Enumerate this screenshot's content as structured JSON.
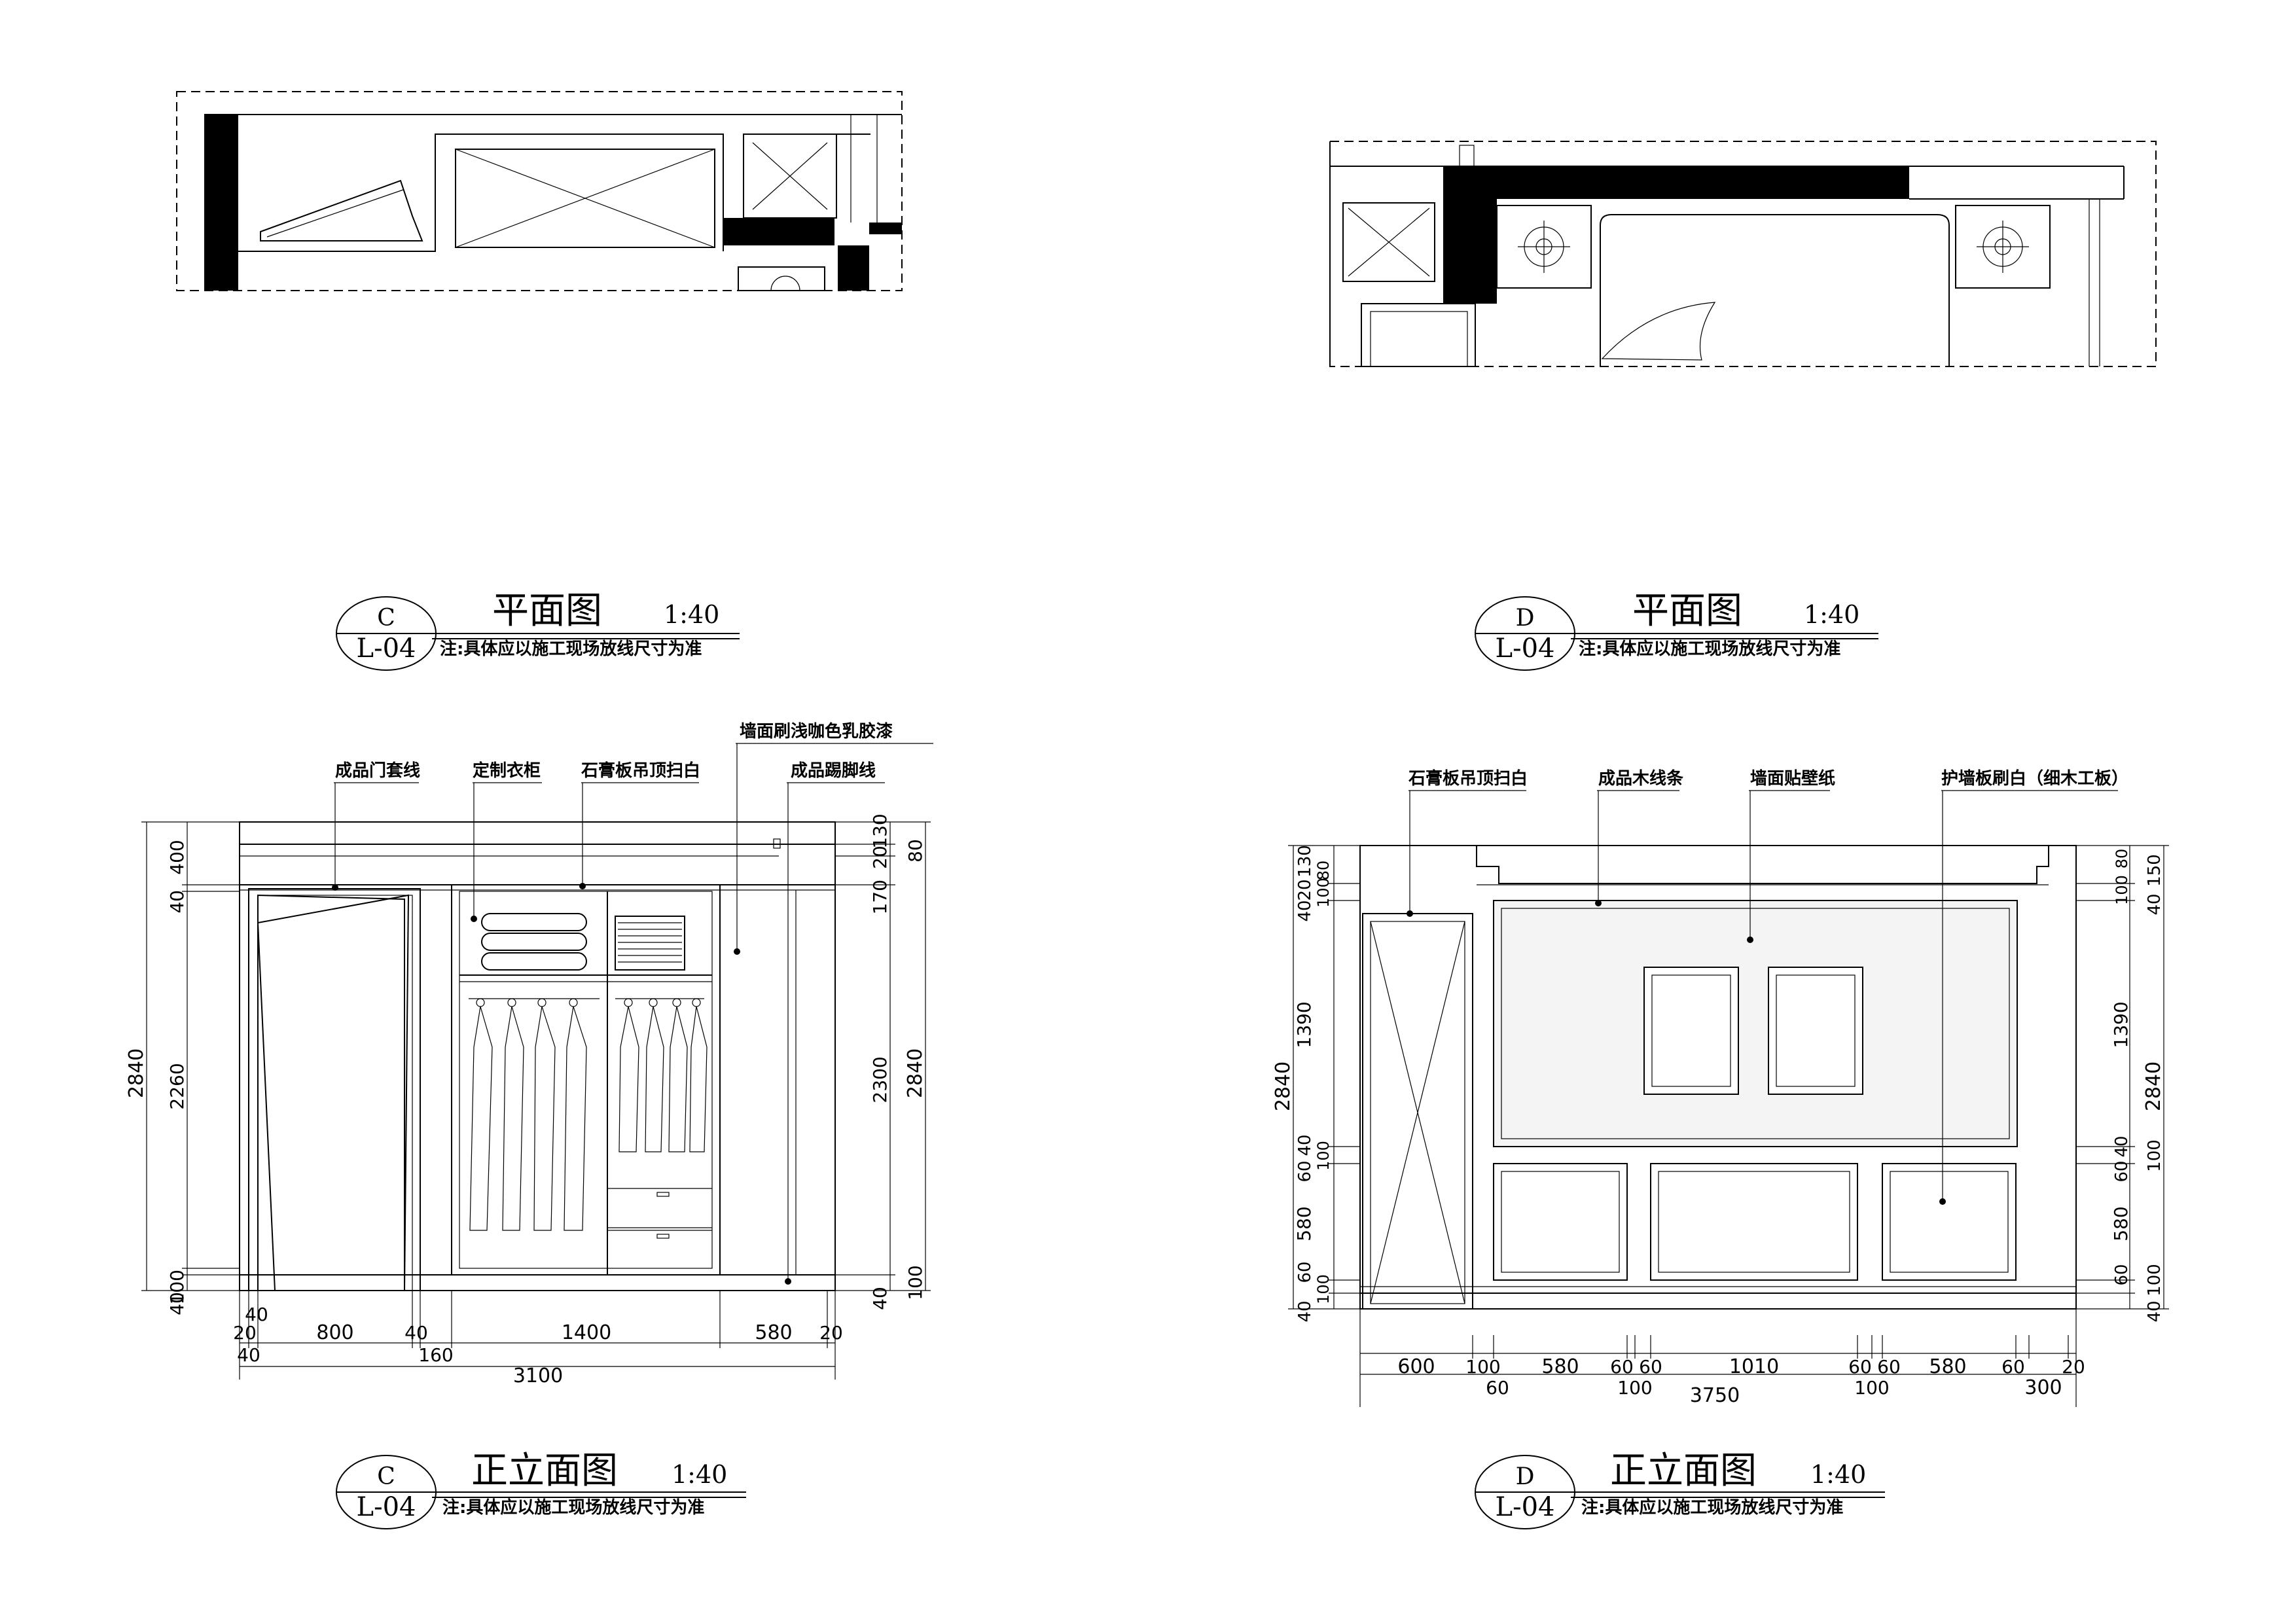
{
  "drawings": {
    "c_plan": {
      "mark_letter": "C",
      "sheet_ref": "L-04",
      "title": "平面图",
      "scale": "1:40",
      "note": "注:具体应以施工现场放线尺寸为准"
    },
    "d_plan": {
      "mark_letter": "D",
      "sheet_ref": "L-04",
      "title": "平面图",
      "scale": "1:40",
      "note": "注:具体应以施工现场放线尺寸为准"
    },
    "c_elev": {
      "mark_letter": "C",
      "sheet_ref": "L-04",
      "title": "正立面图",
      "scale": "1:40",
      "note": "注:具体应以施工现场放线尺寸为准"
    },
    "d_elev": {
      "mark_letter": "D",
      "sheet_ref": "L-04",
      "title": "正立面图",
      "scale": "1:40",
      "note": "注:具体应以施工现场放线尺寸为准"
    }
  },
  "c_labels": {
    "door_trim": "成品门套线",
    "wardrobe": "定制衣柜",
    "gypsum_ceiling": "石膏板吊顶扫白",
    "wall_paint": "墙面刷浅咖色乳胶漆",
    "skirting": "成品踢脚线"
  },
  "d_labels": {
    "gypsum_ceiling": "石膏板吊顶扫白",
    "wood_molding": "成品木线条",
    "wallpaper": "墙面贴壁纸",
    "wainscot": "护墙板刷白（细木工板）"
  },
  "c_dims": {
    "left": {
      "d40a": "40",
      "d400": "400",
      "d2260": "2260",
      "d40b": "40",
      "d100": "100",
      "total": "2840"
    },
    "right": {
      "d170": "170",
      "d20": "20",
      "d130": "130",
      "d80": "80",
      "d2300": "2300",
      "d40": "40",
      "d100": "100",
      "total": "2840"
    },
    "bottom": {
      "d20": "20",
      "d40a": "40",
      "d800": "800",
      "d40b": "40",
      "d1400": "1400",
      "d580": "580",
      "d20b": "20",
      "d40c": "40",
      "d160": "160",
      "total": "3100"
    }
  },
  "d_dims": {
    "left": {
      "d40": "40",
      "d20": "20",
      "d130": "130",
      "d80": "80",
      "d100": "100",
      "d1390": "1390",
      "d60": "60",
      "d40b": "40",
      "d100b": "100",
      "d580": "580",
      "d60b": "60",
      "d100c": "100",
      "d40c": "40",
      "total": "2840"
    },
    "right": {
      "d40": "40",
      "d150": "150",
      "d100": "100",
      "d80": "80",
      "d1390": "1390",
      "d60": "60",
      "d40b": "40",
      "d100b": "100",
      "d580": "580",
      "d60b": "60",
      "d100c": "100",
      "d40c": "40",
      "total": "2840"
    },
    "bottom": {
      "d600": "600",
      "d100": "100",
      "d580": "580",
      "d60a": "60",
      "d60b": "60",
      "d1010": "1010",
      "d60c": "60",
      "d60d": "60",
      "d580b": "580",
      "d60e": "60",
      "d20": "20",
      "d60f": "60",
      "d100b": "100",
      "d100c": "100",
      "d300": "300",
      "total": "3750"
    }
  },
  "colors": {
    "line": "#000000",
    "background": "#ffffff",
    "wallpaper_fill": "#f4f4f4"
  }
}
